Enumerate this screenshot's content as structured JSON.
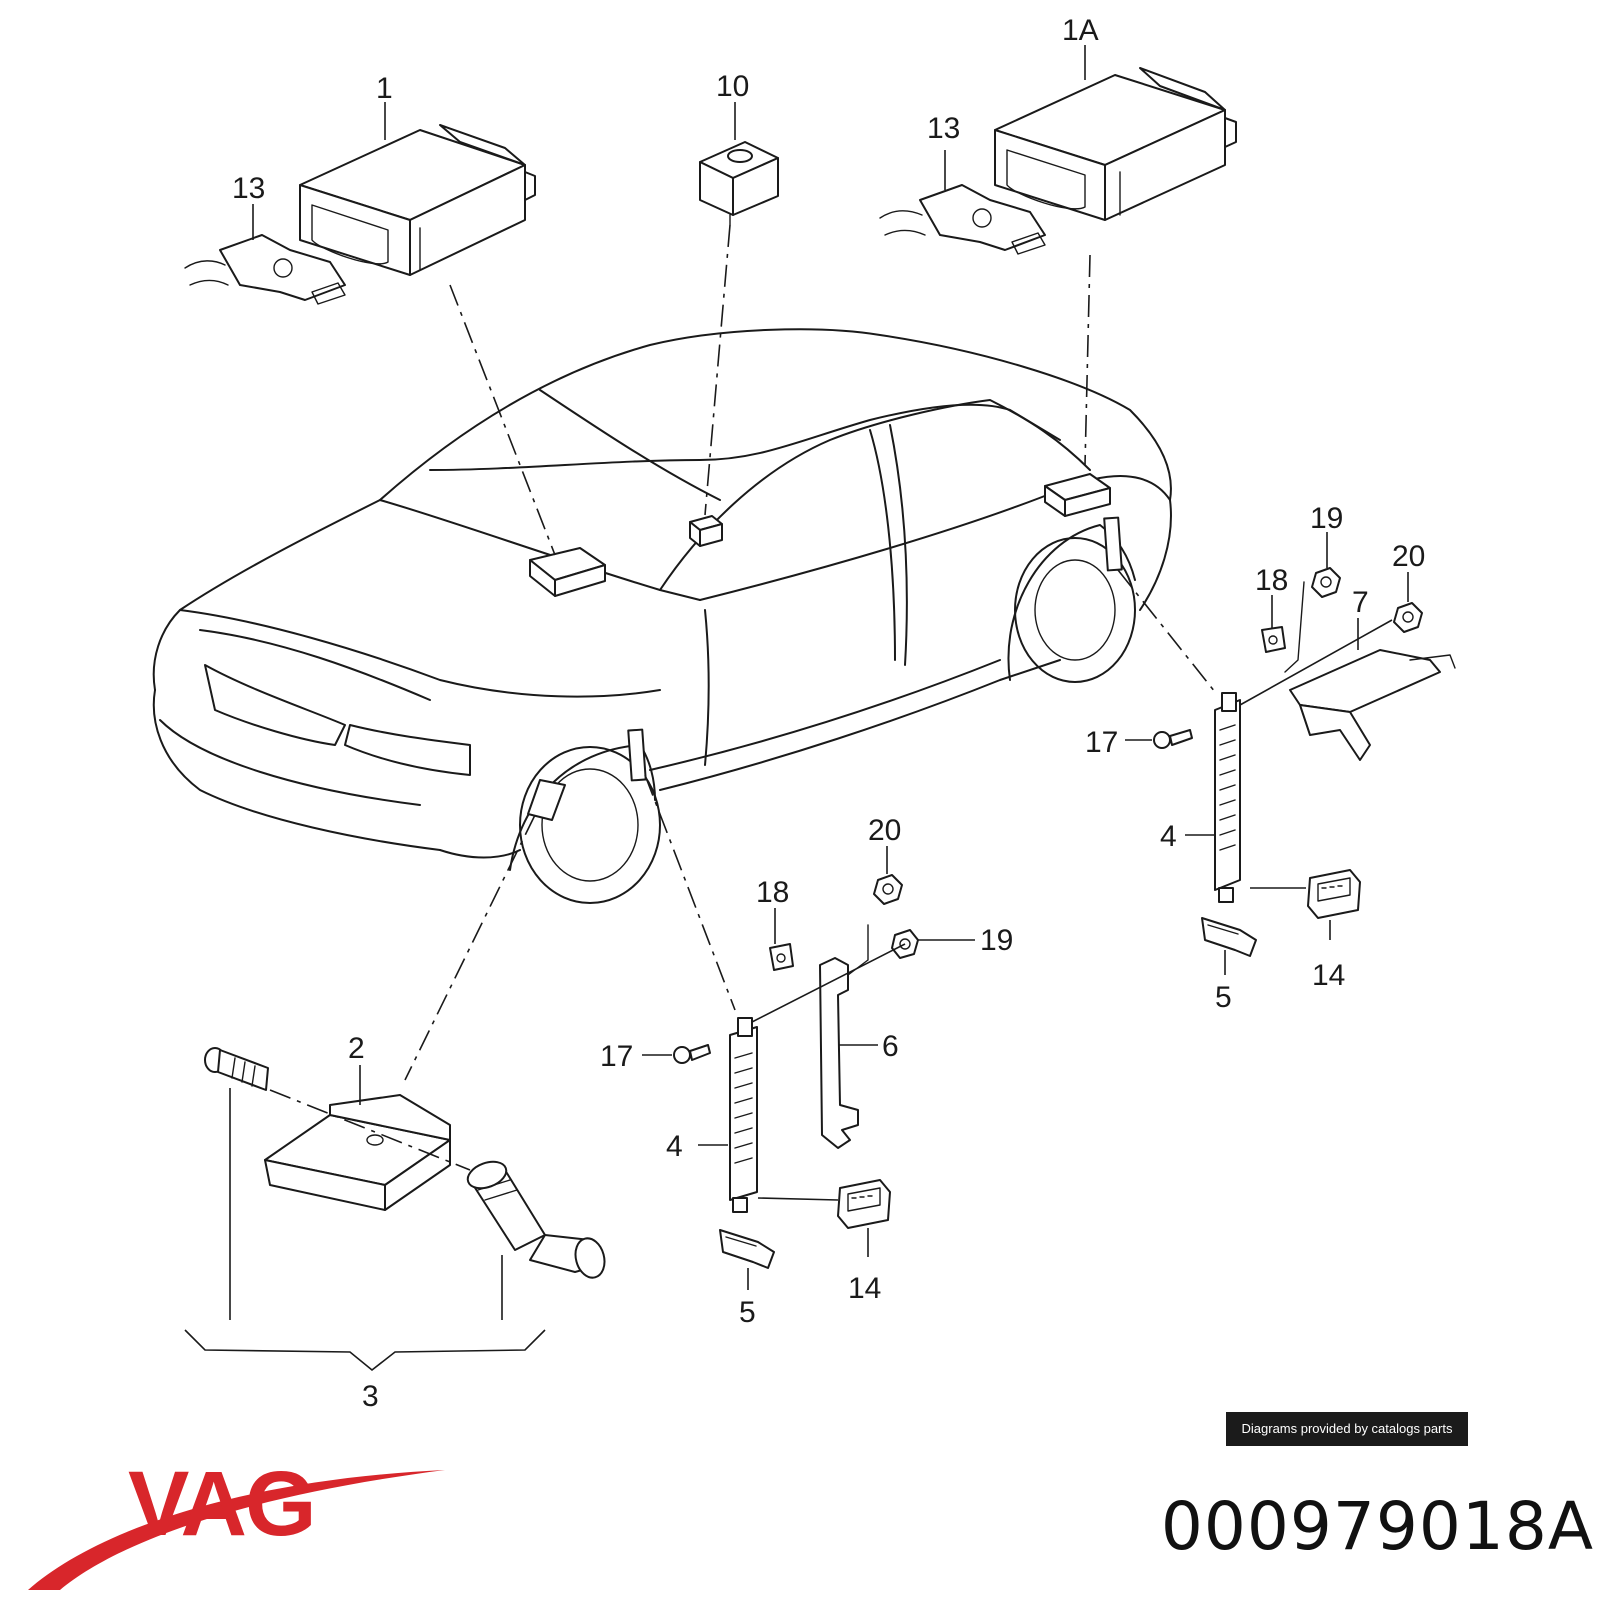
{
  "diagram": {
    "callouts": {
      "c1": "1",
      "c1a": "1A",
      "c10": "10",
      "c13l": "13",
      "c13r": "13",
      "c19r": "19",
      "c18r": "18",
      "c20r": "20",
      "c7": "7",
      "c17r": "17",
      "c4r": "4",
      "c14r": "14",
      "c5r": "5",
      "c20l": "20",
      "c18l": "18",
      "c19l": "19",
      "c17l": "17",
      "c6": "6",
      "c4l": "4",
      "c14l": "14",
      "c5l": "5",
      "c2": "2",
      "c3": "3"
    }
  },
  "footer": {
    "caption": "Diagrams provided by catalogs parts",
    "brand": "VAG",
    "part_number": "000979018A"
  },
  "colors": {
    "brand_red": "#d8262b",
    "ink": "#1a1a1a",
    "caption_bg": "#1b1b1b"
  }
}
